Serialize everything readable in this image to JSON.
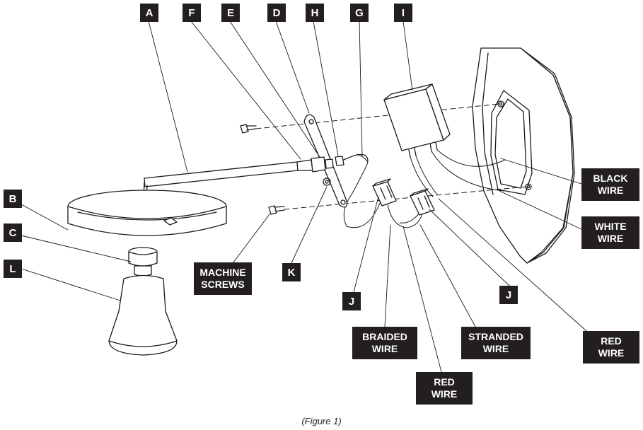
{
  "labels": {
    "A": "A",
    "F": "F",
    "E": "E",
    "D": "D",
    "H": "H",
    "G": "G",
    "I": "I",
    "B": "B",
    "C": "C",
    "L": "L",
    "K": "K",
    "J1": "J",
    "J2": "J",
    "machine_screws": [
      "MACHINE",
      "SCREWS"
    ],
    "black_wire": [
      "BLACK",
      "WIRE"
    ],
    "white_wire": [
      "WHITE",
      "WIRE"
    ],
    "red_wire_right": [
      "RED",
      "WIRE"
    ],
    "braided_wire": [
      "BRAIDED",
      "WIRE"
    ],
    "stranded_wire": [
      "STRANDED",
      "WIRE"
    ],
    "red_wire_bottom": [
      "RED",
      "WIRE"
    ]
  },
  "caption": "(Figure 1)",
  "colors": {
    "ink": "#231f20",
    "line": "#1a1a1a",
    "fill": "#ffffff"
  }
}
